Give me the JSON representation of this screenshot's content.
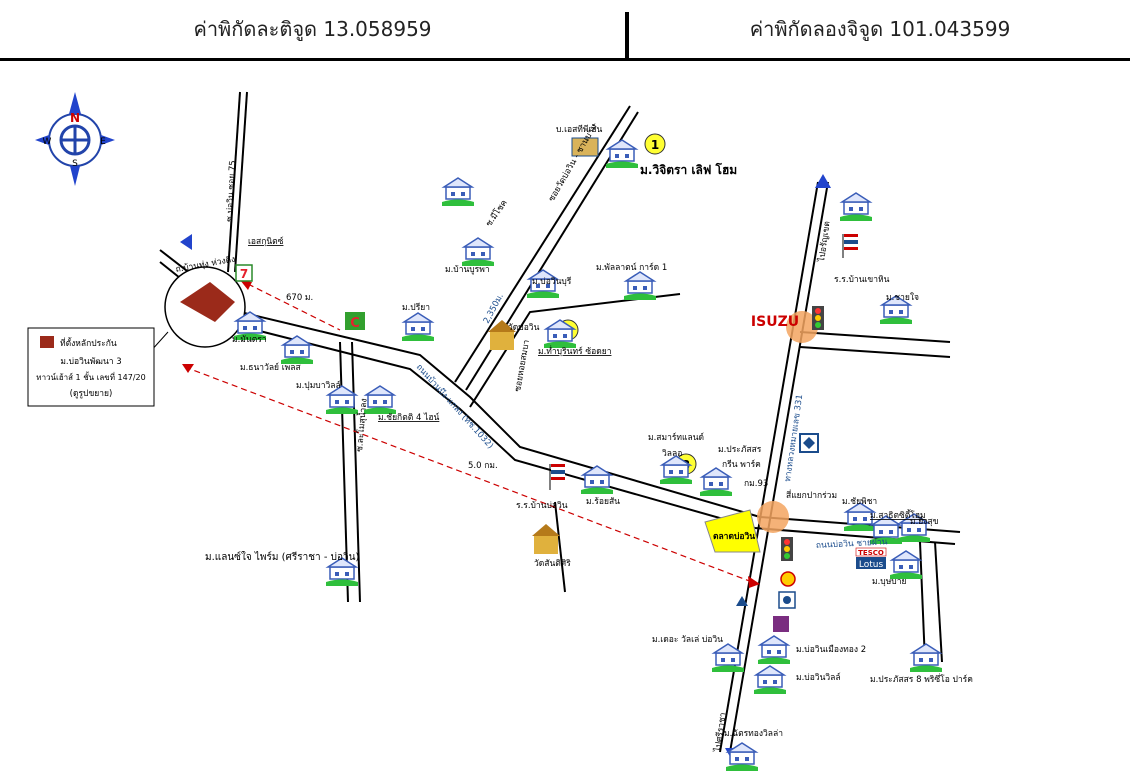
{
  "header": {
    "latitude_label": "ค่าพิกัดละติจูด 13.058959",
    "longitude_label": "ค่าพิกัดลองจิจูด 101.043599"
  },
  "compass": {
    "n": "N",
    "s": "S",
    "e": "E",
    "w": "W"
  },
  "legend": {
    "item": "ที่ตั้งหลักประกัน",
    "line1": "ม.บ่อวินพัฒนา 3",
    "line2": "ทาวน์เฮ้าส์ 1 ชั้น เลขที่ 147/20",
    "line3": "(ดูรูปขยาย)"
  },
  "markers": {
    "m1": "1",
    "m2": "2",
    "m3": "3"
  },
  "labels": {
    "vichidra": "ม.วิจิตรา เลิฟ โฮม",
    "ptt": "บ.เอสทีพีเอ็น",
    "maliwan": "ซ.มีโชค",
    "soi_bowin_chanbam": "ซอยวัดบ่อวิน - ชานบาม",
    "ban_burapha": "ม.บ้านบูรพา",
    "bowin_buri": "ม.บ่อวินบุรี",
    "pluslan": "ม.พัลลาตน์ การ์ด 1",
    "wat_bowin": "วัดบ่อวิน",
    "m_tamrin": "ม.ท่ำบุรินทร์ ซ้อดยา",
    "dist_2350": "2,350ม.",
    "soi_somjit": "ซอยหอยสมบา",
    "seven": "เอสกุนิตซ์",
    "soi_bowin_75": "ซ.บ่อวิน ซอย 75",
    "bowin_road": "ถ.บ้านทุ่ง ห่วงดิง",
    "dist_670": "670 ม.",
    "m_pariya": "ม.ปรียา",
    "m_munthra": "ม.มันตรา",
    "m_thanawat": "ม.ธนาวัลย์ เพลส",
    "m_pumpa": "ม.ปุมบาวิลล์",
    "m_chaiyakit": "ม.ชัยกิตติ 4 ไฮน์",
    "soi_nongdo": "ซ.ละโมสุน้ำลง",
    "main_road": "ถนนบ้านบึง-แกลง (ทช.1032)",
    "dist_5km": "5.0 กม.",
    "school_bowin": "ร.ร.บ้านบ่อวิน",
    "m_rossan": "ม.ร้อยสัน",
    "wat_santisiri": "วัดสันติศิริ",
    "m_smart": "ม.สมาร์ทแลนด์",
    "villa": "วิลลอ",
    "m_prasat": "ม.ประภัสสร",
    "green_park": "กรีน พาร์ค",
    "km93": "กม.93",
    "highway331": "ทางหลวงหมายเลข 331",
    "sattahip": "ไปอรัญเขต",
    "school_khao": "ร.ร.บ้านเขาหิน",
    "m_chaiyai": "ม.ชายใจ",
    "isuzu": "ISUZU",
    "intersection": "สี่แยกปากร่วม",
    "m_chaipra": "ม.ชัยพิชา",
    "m_sathit": "ม.สาธิตซิตี้โฮม",
    "m_yingsuk": "ม.ยิ่งสุข",
    "chon_road": "ถนนบ่อวิน ชายฝาน",
    "tesco": "TESCO",
    "lotus": "Lotus",
    "m_bunchai": "ม.บุษบาย",
    "market": "ตลาดบ่อวิน",
    "m_laenchai": "ม.แลนซ์ใจ ไพร์ม (ศรีราชา - บ่อวิน)",
    "m_dedown": "ม.เดอะ วัลเล่ บ่อวิน",
    "m_bowin_muang": "ม.บ่อวินเมืองทอง 2",
    "m_bowin_ville": "ม.บ่อวินวิลล์",
    "m_prasat8": "ม.ประภัสสร 8 พริซึ่โอ ปาร์ค",
    "m_chatra": "ม.ฉัตรทองวิลล่า",
    "to_sriracha": "ไปศรีราชา",
    "to_bottom": "ไปศรีราชา"
  },
  "colors": {
    "road": "#000000",
    "route": "#cc0000",
    "marker": "#ffff33",
    "market": "#ffff00",
    "house_roof": "#3a5db8",
    "house_grass": "#2fbf3c",
    "signal": "#ff6600",
    "compass": "#2244aa",
    "arrow": "#2244cc"
  }
}
